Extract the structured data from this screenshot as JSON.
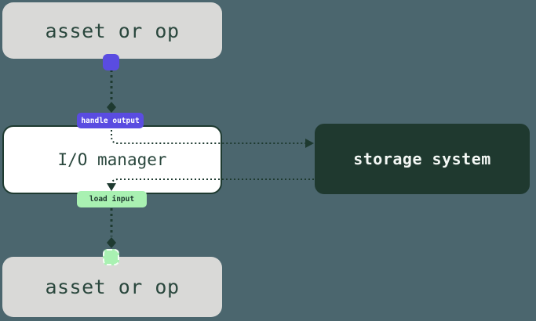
{
  "diagram": {
    "nodes": {
      "asset_top": {
        "label": "asset or op"
      },
      "io_manager": {
        "label": "I/O manager"
      },
      "storage_system": {
        "label": "storage system"
      },
      "asset_bottom": {
        "label": "asset or op"
      }
    },
    "edge_labels": {
      "handle_output": {
        "label": "handle output"
      },
      "load_input": {
        "label": "load input"
      }
    },
    "colors": {
      "background": "#4b666e",
      "node_gray": "#d9d9d7",
      "node_white": "#ffffff",
      "node_dark_green": "#1f392f",
      "accent_purple": "#5a4ce1",
      "accent_light_green": "#a9f1b2",
      "line_dark": "#1e3a30",
      "text_dark": "#2a473d",
      "text_light": "#f4f8f5"
    }
  }
}
